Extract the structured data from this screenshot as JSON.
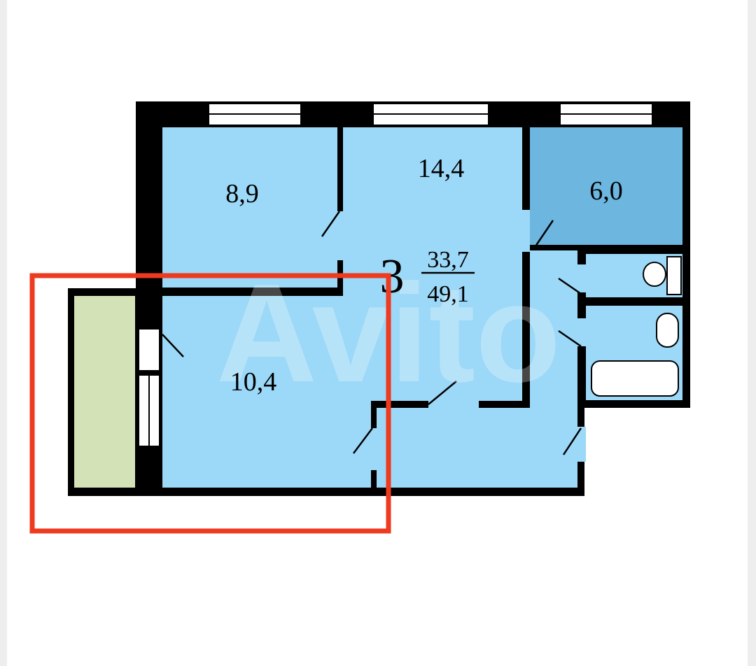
{
  "plan": {
    "rooms": {
      "bedroom_left": {
        "area": "8,9"
      },
      "living_room": {
        "area": "14,4"
      },
      "kitchen": {
        "area": "6,0"
      },
      "bedroom_bottom": {
        "area": "10,4"
      }
    },
    "summary": {
      "rooms_count": "3",
      "living_area": "33,7",
      "total_area": "49,1"
    },
    "watermark": "Avito",
    "colors": {
      "room": "#9cd8f7",
      "kitchen": "#6cb6e0",
      "balcony": "#d4e2b8",
      "wall": "#000000",
      "highlight": "#ee3a1f"
    }
  }
}
